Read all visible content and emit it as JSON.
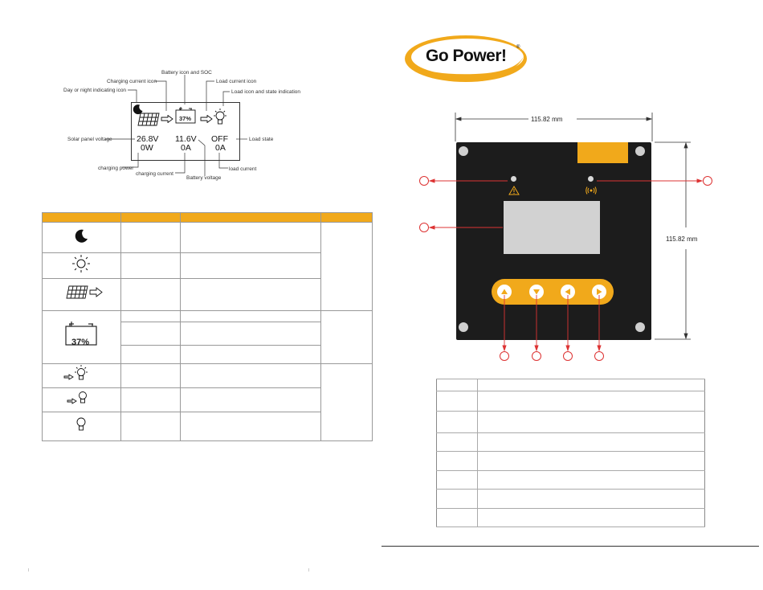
{
  "left_page": {
    "labels": {
      "battery_icon_soc": "Battery icon and SOC",
      "charging_current_icon": "Charging current icon",
      "day_night_icon": "Day or night indicating icon",
      "load_current_icon": "Load current icon",
      "load_icon_state": "Load icon and state indication",
      "solar_panel_voltage": "Solar panel voltage",
      "load_state": "Load state",
      "charging_power": "charging power",
      "charging_current": "charging current",
      "battery_voltage": "Battery voltage",
      "load_current": "load current"
    },
    "lcd": {
      "pv_voltage": "26.8V",
      "pv_power": "0W",
      "battery_voltage": "11.6V",
      "charge_current": "0A",
      "load_state": "OFF",
      "load_current": "0A",
      "soc": "37%"
    },
    "table_battery_soc": "37%"
  },
  "right_page": {
    "logo_text": "Go Power!",
    "logo_mark": "®",
    "width_dim": "115.82 mm",
    "height_dim": "115.82 mm"
  },
  "colors": {
    "accent": "#f1a91b",
    "panel": "#1c1c1c",
    "callout": "#d33333"
  }
}
